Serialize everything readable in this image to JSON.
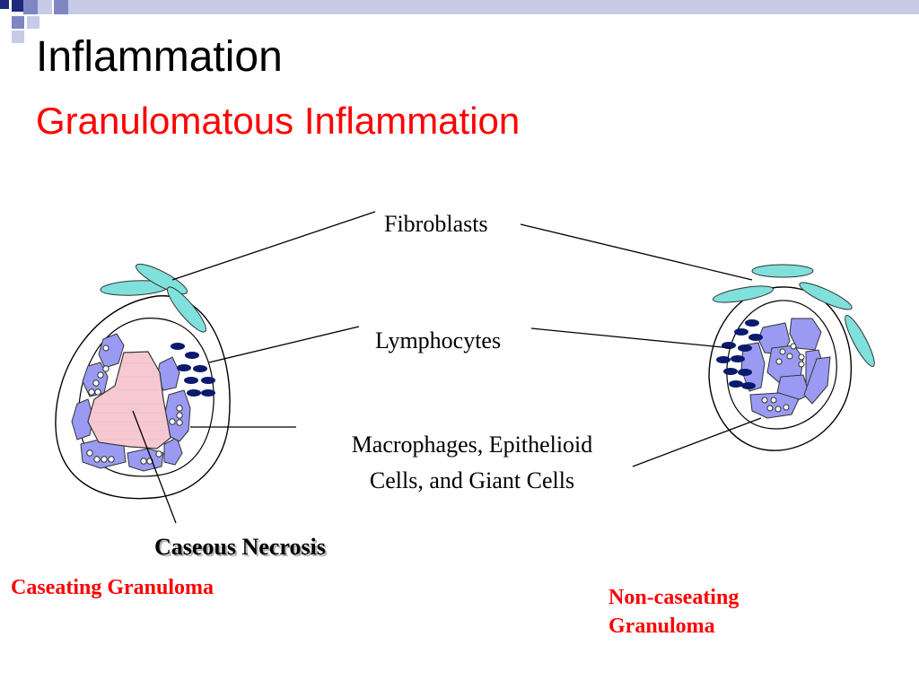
{
  "slide": {
    "title": "Inflammation",
    "subtitle": "Granulomatous Inflammation",
    "title_color": "#000000",
    "subtitle_color": "#ff0000",
    "decor_colors": {
      "dark": "#1f2a7c",
      "mid": "#7f86c4",
      "light": "#c8cbe6"
    }
  },
  "labels": {
    "fibroblasts": "Fibroblasts",
    "lymphocytes": "Lymphocytes",
    "macrophages_line1": "Macrophages, Epithelioid",
    "macrophages_line2": "Cells, and Giant Cells",
    "caseous_necrosis": "Caseous Necrosis",
    "caseating": "Caseating Granuloma",
    "noncaseating_line1": "Non-caseating",
    "noncaseating_line2": "Granuloma"
  },
  "colors": {
    "fibroblast": "#7fe0dc",
    "macrophage": "#9a9af2",
    "lymphocyte": "#0a1a6e",
    "necrosis": "#f6c9d2",
    "label_red": "#ff0000"
  }
}
